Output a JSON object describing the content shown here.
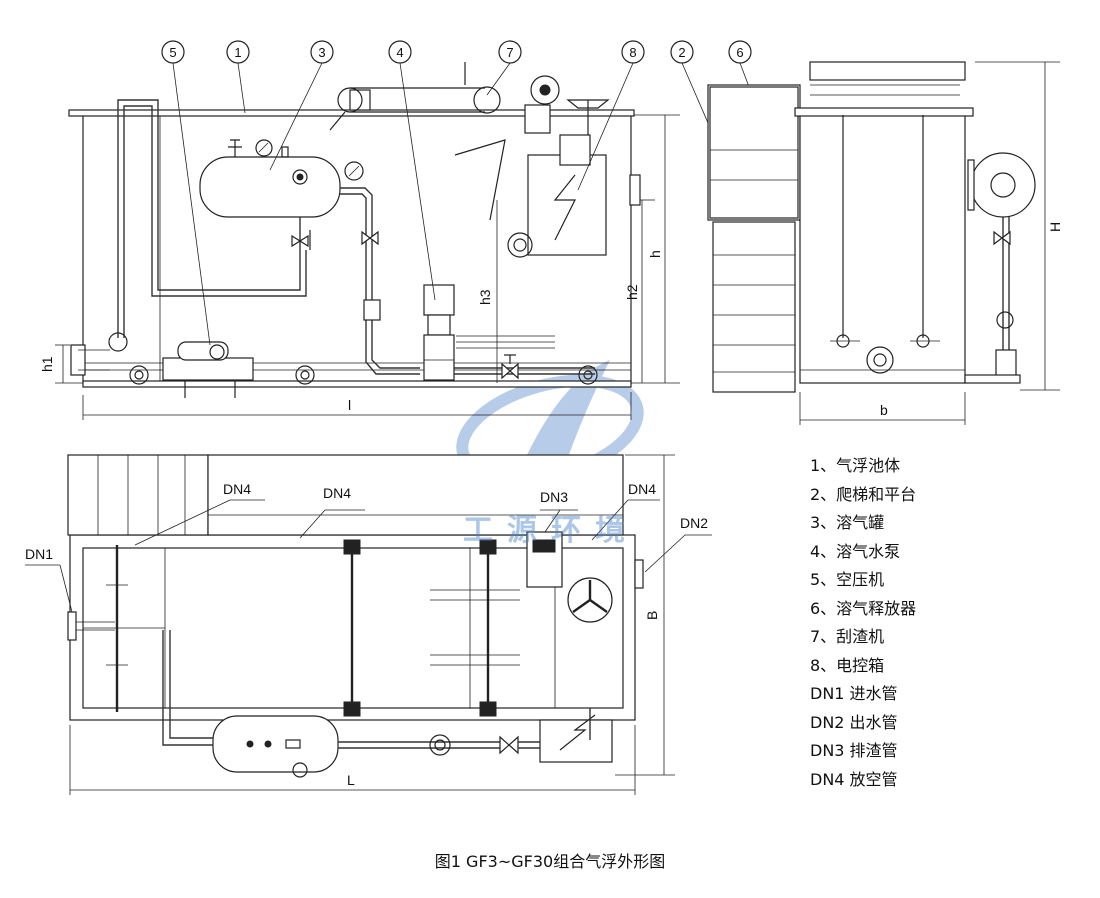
{
  "figure": {
    "caption": "图1  GF3~GF30组合气浮外形图",
    "watermark_text": "工源环境",
    "watermark_color": "#4a82c8"
  },
  "callouts": [
    "5",
    "1",
    "3",
    "4",
    "7",
    "8",
    "2",
    "6"
  ],
  "dimensions": {
    "h1": "h1",
    "h2": "h2",
    "h3": "h3",
    "h": "h",
    "l": "l",
    "H": "H",
    "b": "b",
    "B": "B",
    "L": "L"
  },
  "pipe_labels": {
    "dn1": "DN1",
    "dn2": "DN2",
    "dn3": "DN3",
    "dn4_a": "DN4",
    "dn4_b": "DN4",
    "dn4_c": "DN4"
  },
  "legend": [
    "1、气浮池体",
    "2、爬梯和平台",
    "3、溶气罐",
    "4、溶气水泵",
    "5、空压机",
    "6、溶气释放器",
    "7、刮渣机",
    "8、电控箱",
    "DN1 进水管",
    "DN2 出水管",
    "DN3 排渣管",
    "DN4 放空管"
  ]
}
